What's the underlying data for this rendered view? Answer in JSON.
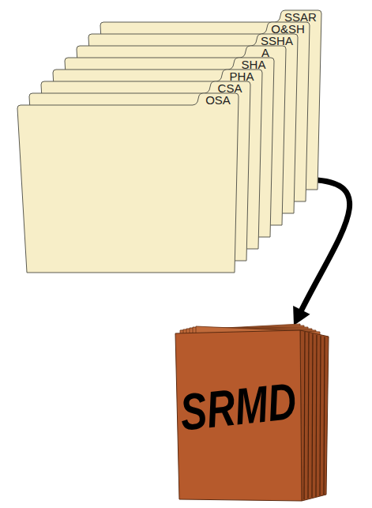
{
  "diagram": {
    "nodes": [
      {
        "text": [
          "SSAR"
        ]
      },
      {
        "text": [
          "O&SH"
        ]
      },
      {
        "text": [
          "SSHA"
        ]
      },
      {
        "text": [
          "A"
        ]
      },
      {
        "text": [
          "SHA"
        ]
      },
      {
        "text": [
          "PHA"
        ]
      },
      {
        "text": [
          "CSA"
        ]
      },
      {
        "text": [
          "OSA"
        ]
      },
      {
        "text": [
          "SRMD"
        ]
      }
    ],
    "edges": [
      {
        "from": 0,
        "to": 8,
        "arrow": "to"
      }
    ]
  }
}
